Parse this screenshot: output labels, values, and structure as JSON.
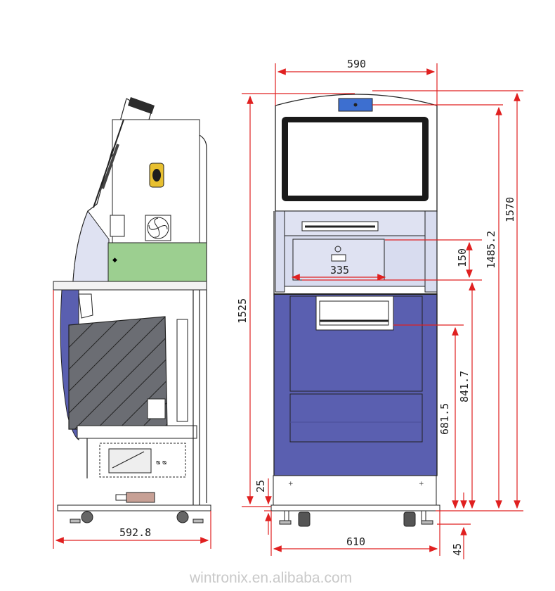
{
  "dimensions": {
    "top_width": "590",
    "total_height": "1570",
    "body_height": "1525",
    "screen_top_height": "1485.2",
    "printer_slot_height": "150",
    "printer_slot_width": "335",
    "lower_panel_height": "841.7",
    "lower_door_height": "681.5",
    "base_plinth": "25",
    "caster_height": "45",
    "base_width": "610",
    "side_depth": "592.8"
  },
  "watermark": "wintronix.en.alibaba.com",
  "colors": {
    "cabinet_blue": "#5a5fb0",
    "panel_lilac": "#d8dcef",
    "side_green": "#9ccf90",
    "dimension_red": "#e02020",
    "screen_frame": "#1a1a1a"
  }
}
